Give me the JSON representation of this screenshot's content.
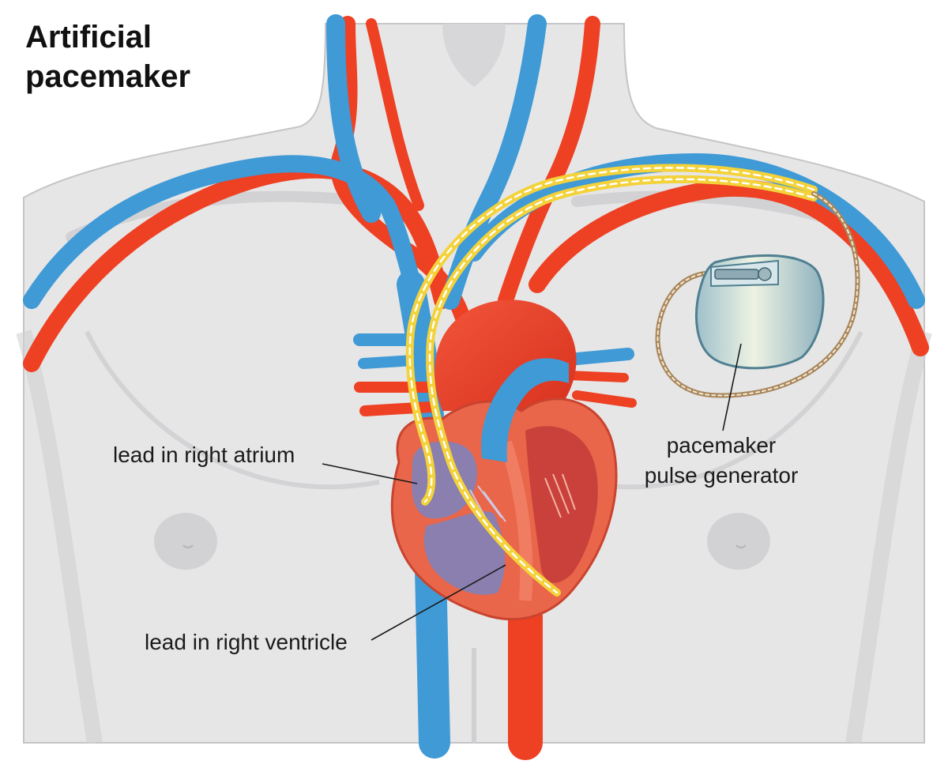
{
  "title": {
    "line1": "Artificial",
    "line2": "pacemaker"
  },
  "labels": {
    "atrium_lead": "lead in right atrium",
    "ventricle_lead": "lead in right ventricle",
    "generator_line1": "pacemaker",
    "generator_line2": "pulse generator"
  },
  "colors": {
    "body_fill": "#e6e6e7",
    "body_outline": "#c8c8ca",
    "vein_blue": "#3f9ad6",
    "artery_red": "#ee4023",
    "heart_muscle": "#e9664a",
    "heart_chamber_right": "#8a7fae",
    "heart_chamber_left": "#c9413a",
    "lead_yellow": "#f3d23a",
    "lead_tan": "#a8865a",
    "generator_case": "#b8d2da"
  },
  "icons": {
    "torso": "human-torso-illustration",
    "heart": "heart-cross-section-illustration",
    "generator": "pacemaker-device-illustration"
  }
}
